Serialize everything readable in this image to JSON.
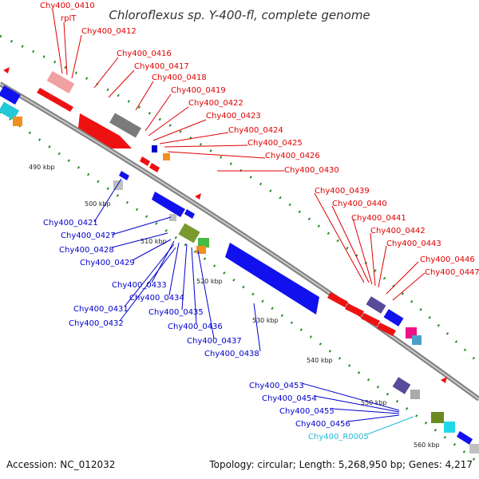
{
  "title": "Chloroflexus sp. Y-400-fl, complete genome",
  "footer": {
    "accession": "Accession: NC_012032",
    "summary": "Topology: circular; Length: 5,268,950 bp; Genes: 4,217"
  },
  "colors": {
    "forward_label": "#e00000",
    "reverse_label": "#0000cc",
    "rna_label": "#22b8d8",
    "forward_gene": "#ee1111",
    "reverse_gene": "#1111ee",
    "backbone": "#909090",
    "tick_dot": "#2e8b2e"
  },
  "ticks": [
    "490 kbp",
    "500 kbp",
    "510 kbp",
    "520 kbp",
    "530 kbp",
    "540 kbp",
    "550 kbp",
    "560 kbp"
  ],
  "forward_labels": [
    "Chy400_0410",
    "rplT",
    "Chy400_0412",
    "Chy400_0416",
    "Chy400_0417",
    "Chy400_0418",
    "Chy400_0419",
    "Chy400_0422",
    "Chy400_0423",
    "Chy400_0424",
    "Chy400_0425",
    "Chy400_0426",
    "Chy400_0430",
    "Chy400_0439",
    "Chy400_0440",
    "Chy400_0441",
    "Chy400_0442",
    "Chy400_0443",
    "Chy400_0446",
    "Chy400_0447"
  ],
  "reverse_labels": [
    "Chy400_0421",
    "Chy400_0427",
    "Chy400_0428",
    "Chy400_0429",
    "Chy400_0433",
    "Chy400_0434",
    "Chy400_0431",
    "Chy400_0435",
    "Chy400_0432",
    "Chy400_0436",
    "Chy400_0437",
    "Chy400_0438",
    "Chy400_0453",
    "Chy400_0454",
    "Chy400_0455",
    "Chy400_0456"
  ],
  "rna_labels": [
    "Chy400_R0005"
  ]
}
